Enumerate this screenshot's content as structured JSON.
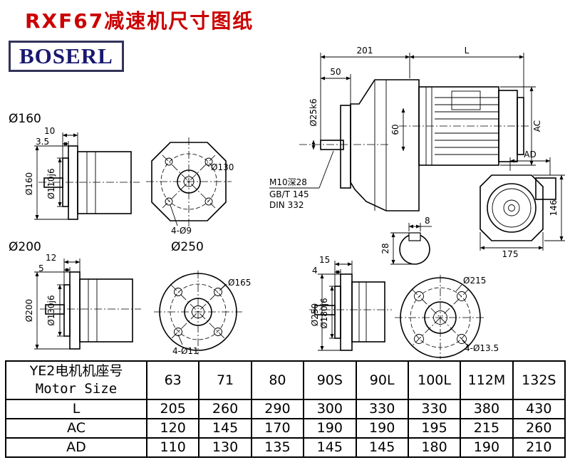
{
  "page": {
    "title": "RXF67减速机尺寸图纸",
    "brand": "BOSERL"
  },
  "drawing": {
    "side_view": {
      "dim201": "201",
      "dimL": "L",
      "dim50": "50",
      "shaft_dia": "Ø25k6",
      "dim60": "60",
      "dimAC": "AC"
    },
    "motor_front": {
      "dimAD": "AD",
      "dim146": "146",
      "dim175": "175"
    },
    "notes": {
      "line1": "M10深28",
      "line2": "GB/T 145",
      "line3": "DIN 332"
    },
    "key_section": {
      "width": "8",
      "height": "28"
    },
    "flange160": {
      "label": "Ø160",
      "t1": "10",
      "t2": "3.5",
      "od": "Ø160",
      "pilot": "Ø110j6",
      "bolt_circle": "Ø130",
      "holes": "4-Ø9"
    },
    "flange200": {
      "label": "Ø200",
      "t1": "12",
      "t2": "5",
      "od": "Ø200",
      "pilot": "Ø130j6",
      "bolt_circle": "Ø165",
      "holes": "4-Ø11"
    },
    "flange250": {
      "label": "Ø250",
      "t1": "15",
      "t2": "4",
      "od": "Ø250",
      "pilot": "Ø180j6",
      "bolt_circle": "Ø215",
      "holes": "4-Ø13.5"
    }
  },
  "table": {
    "header": {
      "line1": "YE2电机机座号",
      "line2": "Motor Size"
    },
    "columns": [
      "63",
      "71",
      "80",
      "90S",
      "90L",
      "100L",
      "112M",
      "132S"
    ],
    "rows": [
      {
        "label": "L",
        "values": [
          "205",
          "260",
          "290",
          "300",
          "330",
          "330",
          "380",
          "430"
        ]
      },
      {
        "label": "AC",
        "values": [
          "120",
          "145",
          "170",
          "190",
          "190",
          "195",
          "215",
          "260"
        ]
      },
      {
        "label": "AD",
        "values": [
          "110",
          "130",
          "135",
          "145",
          "145",
          "180",
          "190",
          "210"
        ]
      }
    ]
  }
}
